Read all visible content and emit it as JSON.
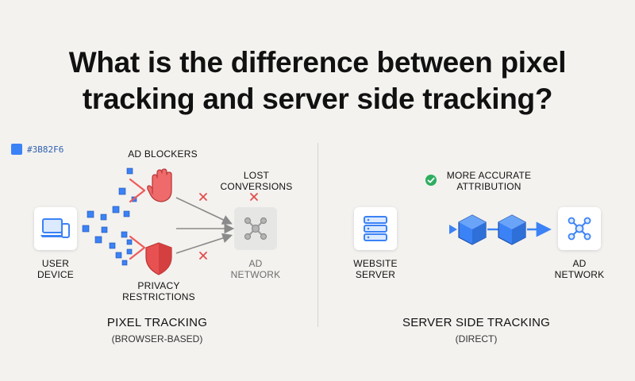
{
  "title_line1": "What is the difference between pixel",
  "title_line2": "tracking and server side tracking?",
  "swatch": {
    "color": "#3B82F6",
    "label": "#3B82F6"
  },
  "colors": {
    "accent_blue": "#3B82F6",
    "block_red": "#ef5b5b",
    "check_green": "#2eae5f"
  },
  "pixel_tracking": {
    "title": "PIXEL TRACKING",
    "subtitle": "(BROWSER-BASED)",
    "user_device": [
      "USER",
      "DEVICE"
    ],
    "ad_blockers": "AD BLOCKERS",
    "privacy": [
      "PRIVACY",
      "RESTRICTIONS"
    ],
    "lost": [
      "LOST",
      "CONVERSIONS"
    ],
    "ad_network": [
      "AD",
      "NETWORK"
    ],
    "icons": {
      "device": "laptop-phone-icon",
      "blocker": "hand-stop-icon",
      "privacy": "shield-icon",
      "network": "network-icon",
      "lost_mark": "x-mark-icon"
    }
  },
  "server_tracking": {
    "title": "SERVER SIDE TRACKING",
    "subtitle": "(DIRECT)",
    "website_server": [
      "WEBSITE",
      "SERVER"
    ],
    "accuracy": [
      "MORE ACCURATE",
      "ATTRIBUTION"
    ],
    "ad_network": [
      "AD",
      "NETWORK"
    ],
    "icons": {
      "server": "server-icon",
      "package": "cube-icon",
      "check": "check-circle-icon",
      "network": "network-icon"
    }
  }
}
